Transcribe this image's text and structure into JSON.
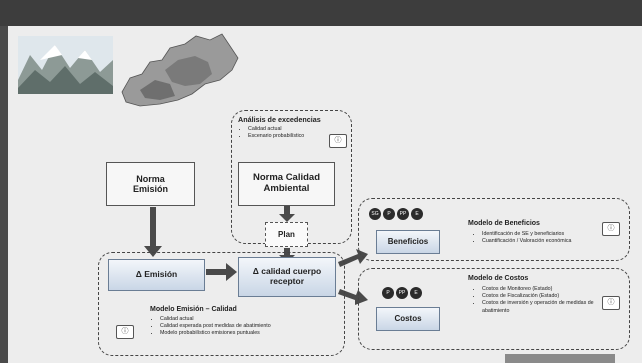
{
  "norma_emision": "Norma\nEmisión",
  "norma_calidad": "Norma Calidad\nAmbiental",
  "analisis": {
    "title": "Análisis de excedencias",
    "items": [
      "Calidad actual",
      "Escenario probabilístico"
    ]
  },
  "plan": "Plan",
  "delta_emision": "Δ Emisión",
  "delta_calidad": "Δ calidad cuerpo\nreceptor",
  "modelo_emision": {
    "title": "Modelo Emisión – Calidad",
    "items": [
      "Calidad actual",
      "Calidad esperada post medidas de abatimiento",
      "Modelo probabilístico emisiones puntuales"
    ]
  },
  "beneficios": {
    "label": "Beneficios",
    "title": "Modelo de Beneficios",
    "items": [
      "Identificación de SE y beneficiarios",
      "Cuantificación /  Valoración económica"
    ],
    "circles": [
      "SG",
      "P",
      "PP",
      "E"
    ]
  },
  "costos": {
    "label": "Costos",
    "title": "Modelo de Costos",
    "items": [
      "Costos de Monitoreo (Estado)",
      "Costos de Fiscalización  (Estado)",
      "Costos de inversión y operación de medidas de abatimiento"
    ],
    "circles": [
      "P",
      "PP",
      "E"
    ]
  },
  "badge_symbol": "ⓘ",
  "colors": {
    "arrow": "#4a4a4a",
    "box_blue": "#c9d6e6"
  }
}
